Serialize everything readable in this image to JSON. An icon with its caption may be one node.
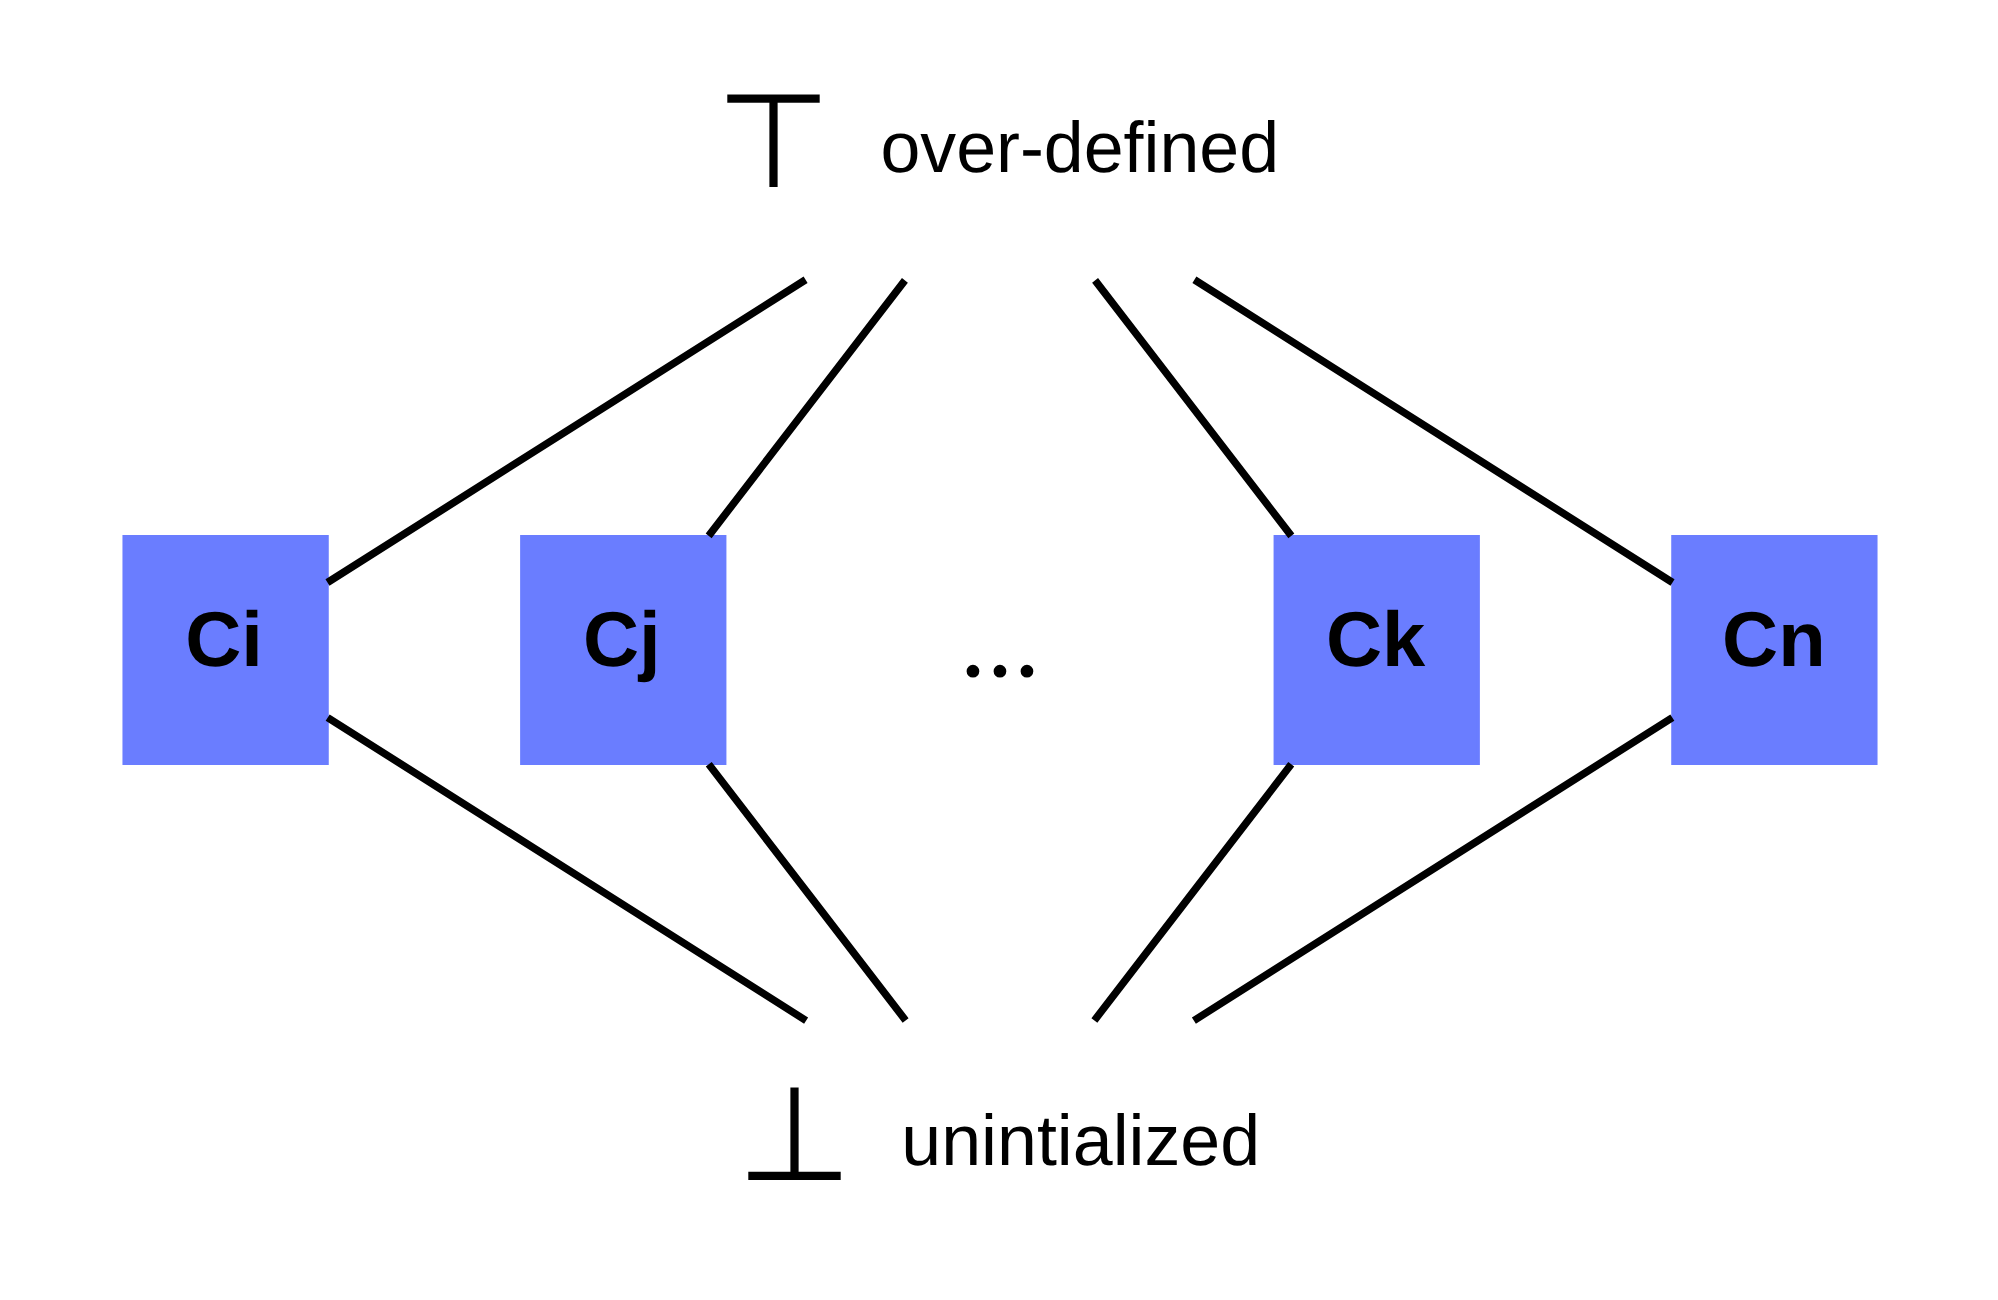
{
  "diagram": {
    "nodes": [
      {
        "text": [
          "⊤"
        ],
        "beside": [
          "over-defined"
        ]
      },
      {
        "text": [
          "Ci"
        ]
      },
      {
        "text": [
          "Cj"
        ]
      },
      {
        "text": [
          "Ck"
        ]
      },
      {
        "text": [
          "Cn"
        ]
      },
      {
        "text": [
          "⊥"
        ],
        "beside": [
          "unintialized"
        ]
      }
    ],
    "edges": [
      {
        "from": 0,
        "to": 1,
        "arrow": "none"
      },
      {
        "from": 0,
        "to": 2,
        "arrow": "none"
      },
      {
        "from": 0,
        "to": 3,
        "arrow": "none"
      },
      {
        "from": 0,
        "to": 4,
        "arrow": "none"
      },
      {
        "from": 1,
        "to": 5,
        "arrow": "none"
      },
      {
        "from": 2,
        "to": 5,
        "arrow": "none"
      },
      {
        "from": 3,
        "to": 5,
        "arrow": "none"
      },
      {
        "from": 4,
        "to": 5,
        "arrow": "none"
      }
    ],
    "labels": [
      "..."
    ]
  }
}
